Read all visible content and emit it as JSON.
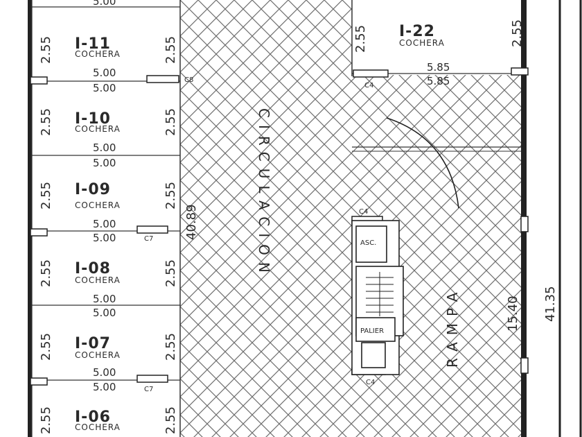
{
  "units": [
    {
      "id": "I-11",
      "use": "COCHERA"
    },
    {
      "id": "I-10",
      "use": "COCHERA"
    },
    {
      "id": "I-09",
      "use": "COCHERA"
    },
    {
      "id": "I-08",
      "use": "COCHERA"
    },
    {
      "id": "I-07",
      "use": "COCHERA"
    },
    {
      "id": "I-06",
      "use": "COCHERA"
    },
    {
      "id": "I-22",
      "use": "COCHERA"
    }
  ],
  "dimensions": {
    "stall_width": "2.55",
    "stall_depth": "5.00",
    "right_stall_depth": "5.85",
    "aisle_length": "40.89",
    "ramp_length": "15.40",
    "total_length": "41.35"
  },
  "column_tags": {
    "c7": "C7",
    "c8": "C8",
    "c4": "C4"
  },
  "labels": {
    "circulation": "CIRCULACION",
    "ramp": "RAMPA",
    "elevator": "ASC.",
    "landing": "PALIER"
  },
  "colors": {
    "ink": "#2a2a2a",
    "paper": "#ffffff",
    "hatch": "#6e6e6e"
  }
}
